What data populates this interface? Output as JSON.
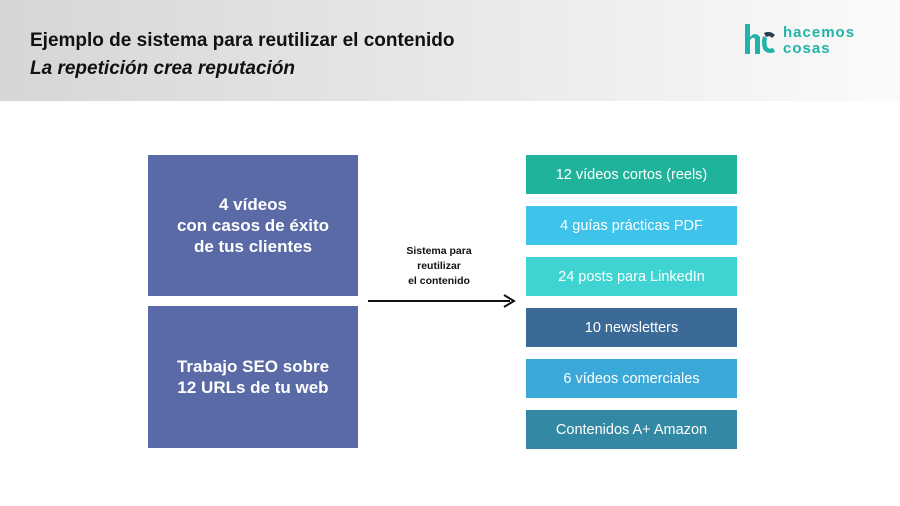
{
  "header": {
    "title": "Ejemplo de sistema para reutilizar el contenido",
    "subtitle": "La repetición crea reputación"
  },
  "logo": {
    "line1": "hacemos",
    "line2": "cosas",
    "icon": "hc-logo-icon",
    "colors": {
      "teal": "#22b3a8",
      "dark": "#2c3e50"
    }
  },
  "sources": [
    {
      "text": "4 vídeos\ncon casos de éxito\nde tus clientes",
      "color": "#5a6aa6"
    },
    {
      "text": "Trabajo SEO sobre\n12 URLs de tu web",
      "color": "#5a6aa6"
    }
  ],
  "arrow_label": "Sistema para\nreutilizar\nel contenido",
  "outputs": [
    {
      "label": "12 vídeos cortos (reels)",
      "color": "#1fb39b"
    },
    {
      "label": "4 guías prácticas PDF",
      "color": "#3ec3ea"
    },
    {
      "label": "24 posts para LinkedIn",
      "color": "#3fd4d1"
    },
    {
      "label": "10 newsletters",
      "color": "#3c6a97"
    },
    {
      "label": "6 vídeos comerciales",
      "color": "#3aa9d9"
    },
    {
      "label": "Contenidos A+ Amazon",
      "color": "#3389a3"
    }
  ]
}
